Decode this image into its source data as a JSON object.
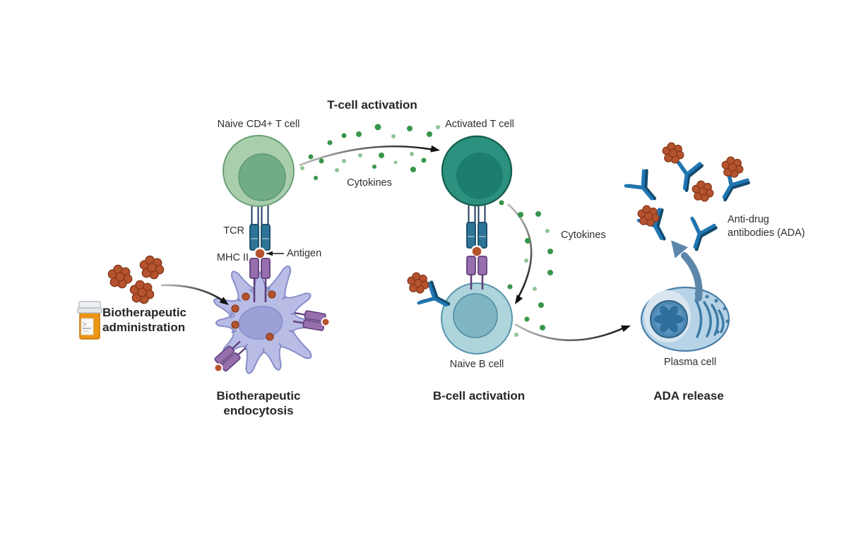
{
  "diagram": {
    "stage_titles": {
      "t_cell_activation": "T-cell activation",
      "biotherapeutic_endocytosis": "Biotherapeutic\nendocytosis",
      "b_cell_activation": "B-cell activation",
      "ada_release": "ADA release"
    },
    "labels": {
      "naive_t_cell": "Naive CD4+ T cell",
      "activated_t_cell": "Activated T cell",
      "cytokines_top": "Cytokines",
      "cytokines_right": "Cytokines",
      "tcr": "TCR",
      "mhc_ii": "MHC II",
      "antigen": "Antigen",
      "biotherapeutic_administration": "Biotherapeutic\nadministration",
      "naive_b_cell": "Naive B cell",
      "plasma_cell": "Plasma cell",
      "anti_drug_antibodies": "Anti-drug\nantibodies (ADA)"
    },
    "icons": {
      "pill_bottle": "pill-bottle-icon",
      "antibody": "antibody-y-icon",
      "antigen_cluster": "antigen-cluster-icon",
      "cytokine_dot": "cytokine-dot-icon"
    },
    "colors": {
      "naive_t_body": "#a9ceac",
      "naive_t_nucleus": "#72ac86",
      "activated_t_body": "#2d9180",
      "activated_t_nucleus": "#1c7f6e",
      "naive_b_body": "#aed4dc",
      "naive_b_nucleus": "#80b5c4",
      "dendritic_body": "#b9bde6",
      "dendritic_nucleus": "#9ba0d6",
      "plasma_body": "#b7d3e7",
      "plasma_nucleus": "#4d88b2",
      "cytokine_dark": "#37964a",
      "cytokine_light": "#8fc59b",
      "antigen_rust": "#b5532f",
      "antibody_blue": "#2076b4",
      "antibody_navy": "#14496e",
      "tcr_blue": "#2d7497",
      "mhc_purple": "#976fad",
      "bottle_orange": "#ec9414",
      "release_arrow_blue": "#5c87ab",
      "arrow_black": "#1a1a1a",
      "text": "#2f2f2f"
    }
  }
}
